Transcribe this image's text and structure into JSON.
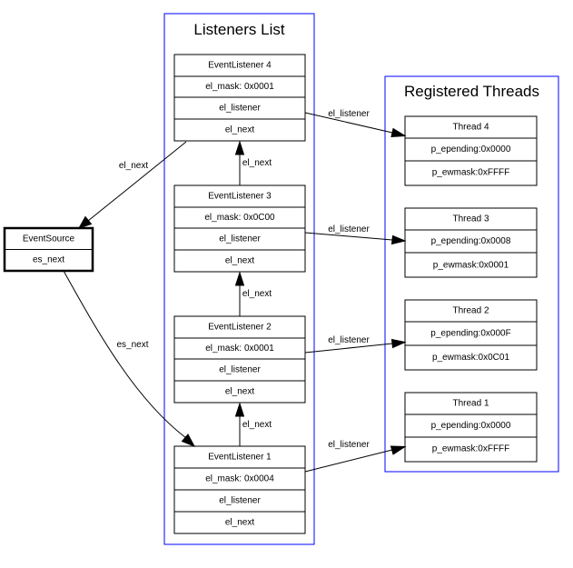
{
  "clusters": {
    "listeners_title": "Listeners List",
    "threads_title": "Registered Threads"
  },
  "event_source": {
    "name": "EventSource",
    "next_field": "es_next"
  },
  "listeners": [
    {
      "name": "EventListener 4",
      "mask": "el_mask: 0x0001",
      "listener_field": "el_listener",
      "next_field": "el_next"
    },
    {
      "name": "EventListener 3",
      "mask": "el_mask: 0x0C00",
      "listener_field": "el_listener",
      "next_field": "el_next"
    },
    {
      "name": "EventListener 2",
      "mask": "el_mask: 0x0001",
      "listener_field": "el_listener",
      "next_field": "el_next"
    },
    {
      "name": "EventListener 1",
      "mask": "el_mask: 0x0004",
      "listener_field": "el_listener",
      "next_field": "el_next"
    }
  ],
  "threads": [
    {
      "name": "Thread 4",
      "pending": "p_epending:0x0000",
      "mask": "p_ewmask:0xFFFF"
    },
    {
      "name": "Thread 3",
      "pending": "p_epending:0x0008",
      "mask": "p_ewmask:0x0001"
    },
    {
      "name": "Thread 2",
      "pending": "p_epending:0x000F",
      "mask": "p_ewmask:0x0C01"
    },
    {
      "name": "Thread 1",
      "pending": "p_epending:0x0000",
      "mask": "p_ewmask:0xFFFF"
    }
  ],
  "edge_labels": {
    "el_next": "el_next",
    "el_listener": "el_listener",
    "es_next": "es_next"
  }
}
